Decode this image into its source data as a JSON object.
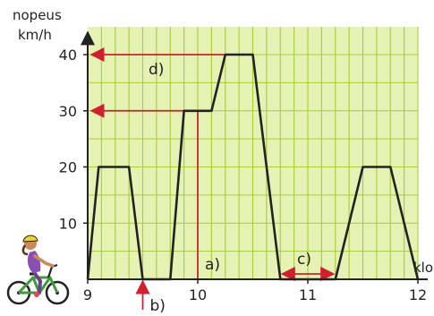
{
  "chart_data": {
    "type": "line",
    "title": "",
    "ylabel_line1": "nopeus",
    "ylabel_line2": "km/h",
    "xlabel": "klo",
    "xlim": [
      9,
      12
    ],
    "ylim": [
      0,
      45
    ],
    "grid": true,
    "x_ticks": [
      9,
      10,
      11,
      12
    ],
    "y_ticks": [
      10,
      20,
      30,
      40
    ],
    "series": [
      {
        "x": [
          9.0,
          9.1,
          9.375,
          9.5,
          9.75,
          9.875,
          10.125,
          10.25,
          10.5,
          10.75,
          11.25,
          11.5,
          11.75,
          12.0
        ],
        "y": [
          0,
          20,
          20,
          0,
          0,
          30,
          30,
          40,
          40,
          0,
          0,
          20,
          20,
          0
        ]
      }
    ],
    "annotations": {
      "a": {
        "label": "a)",
        "x": 10.0
      },
      "b": {
        "label": "b)",
        "x": 9.5
      },
      "c": {
        "label": "c)",
        "x_from": 10.75,
        "x_to": 11.25
      },
      "d": {
        "label": "d)",
        "y": 40
      },
      "guide_y30": 30
    },
    "colors": {
      "plot_background": "#e6f1b4",
      "grid": "#a6cd3a",
      "line": "#222222",
      "annotation": "#d0202e",
      "axis": "#222222"
    },
    "icon": "cyclist-icon"
  }
}
